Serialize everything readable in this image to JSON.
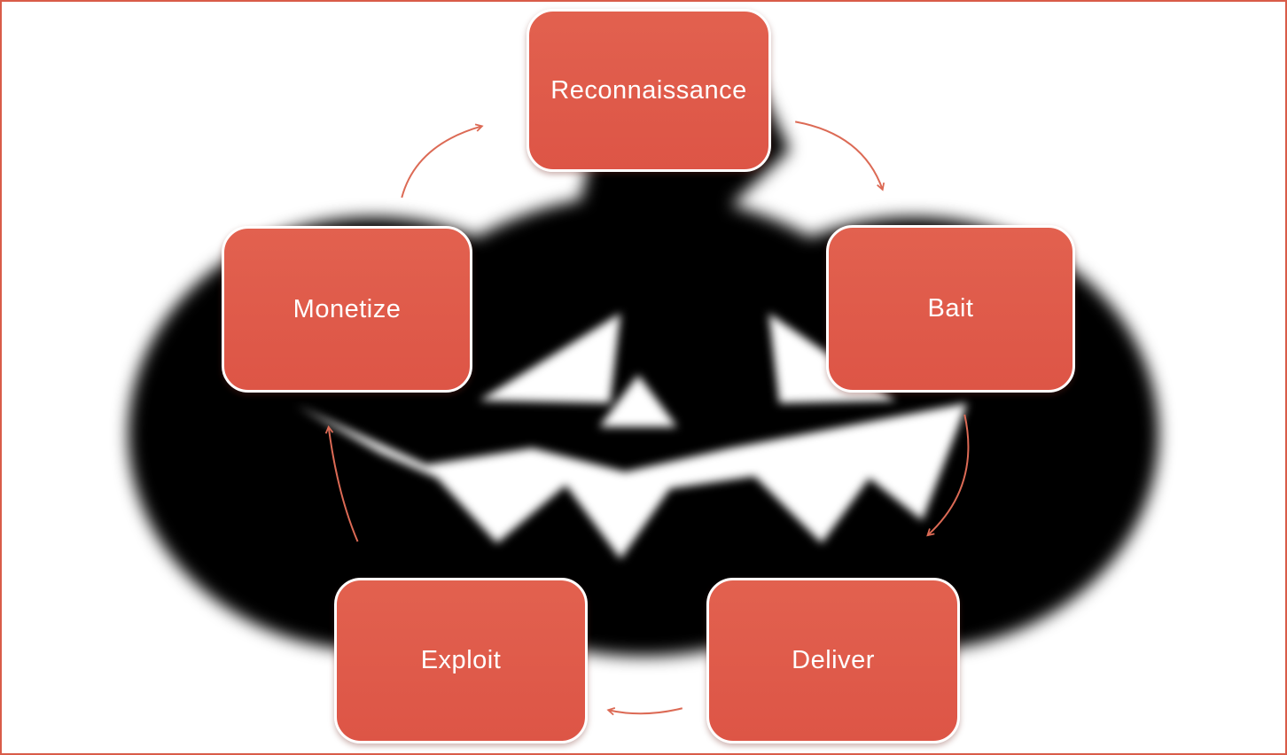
{
  "page": {
    "background_color": "#FFFFFF",
    "border_color": "#D95C49"
  },
  "diagram": {
    "type": "cycle",
    "theme": "halloween-attack-lifecycle",
    "nodes": [
      {
        "id": "reconnaissance",
        "label": "Reconnaissance",
        "position": "top"
      },
      {
        "id": "bait",
        "label": "Bait",
        "position": "right"
      },
      {
        "id": "deliver",
        "label": "Deliver",
        "position": "bottom-right"
      },
      {
        "id": "exploit",
        "label": "Exploit",
        "position": "bottom-left"
      },
      {
        "id": "monetize",
        "label": "Monetize",
        "position": "left"
      }
    ],
    "edges": [
      {
        "from": "reconnaissance",
        "to": "bait"
      },
      {
        "from": "bait",
        "to": "deliver"
      },
      {
        "from": "deliver",
        "to": "exploit"
      },
      {
        "from": "exploit",
        "to": "monetize"
      },
      {
        "from": "monetize",
        "to": "reconnaissance"
      }
    ],
    "colors": {
      "node_fill": "#DF5A4A",
      "node_border": "#FFFFFF",
      "node_text": "#FFFFFF",
      "arrow": "#DC6A55",
      "pumpkin_silhouette": "#000000"
    },
    "decoration": {
      "name": "jack-o-lantern-silhouette",
      "color": "#000000"
    }
  }
}
